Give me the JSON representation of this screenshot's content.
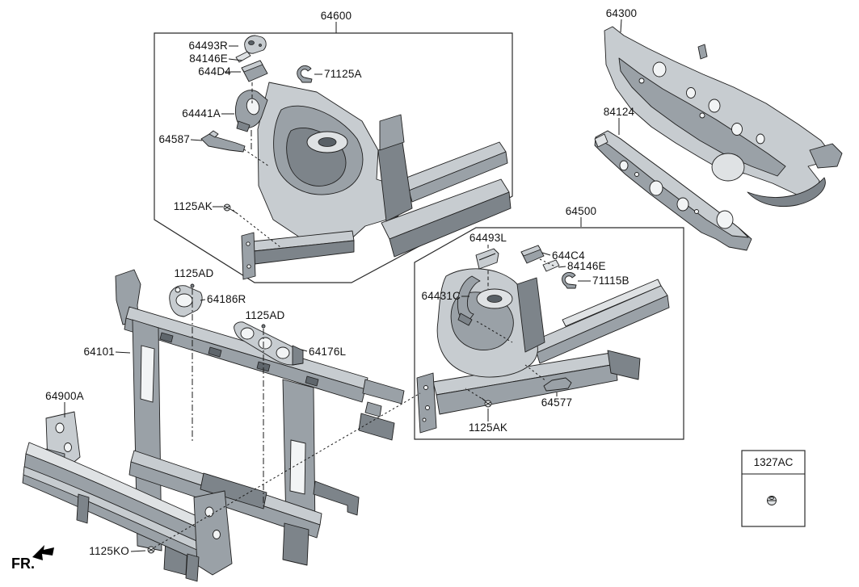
{
  "ink_color": "#1a1a1a",
  "paper_color": "#ffffff",
  "fr_indicator": {
    "label": "FR."
  },
  "ref_box": {
    "title": "1327AC",
    "icon": "bolt-icon"
  },
  "part_labels": [
    {
      "text": "64600"
    },
    {
      "text": "64493R"
    },
    {
      "text": "84146E"
    },
    {
      "text": "644D4"
    },
    {
      "text": "71125A"
    },
    {
      "text": "64441A"
    },
    {
      "text": "64587"
    },
    {
      "text": "1125AK"
    },
    {
      "text": "64300"
    },
    {
      "text": "84124"
    },
    {
      "text": "64500"
    },
    {
      "text": "64493L"
    },
    {
      "text": "644C4"
    },
    {
      "text": "84146E"
    },
    {
      "text": "71115B"
    },
    {
      "text": "64431C"
    },
    {
      "text": "64577"
    },
    {
      "text": "1125AK"
    },
    {
      "text": "1125AD"
    },
    {
      "text": "64186R"
    },
    {
      "text": "1125AD"
    },
    {
      "text": "64176L"
    },
    {
      "text": "64101"
    },
    {
      "text": "64900A"
    },
    {
      "text": "1125KO"
    }
  ]
}
